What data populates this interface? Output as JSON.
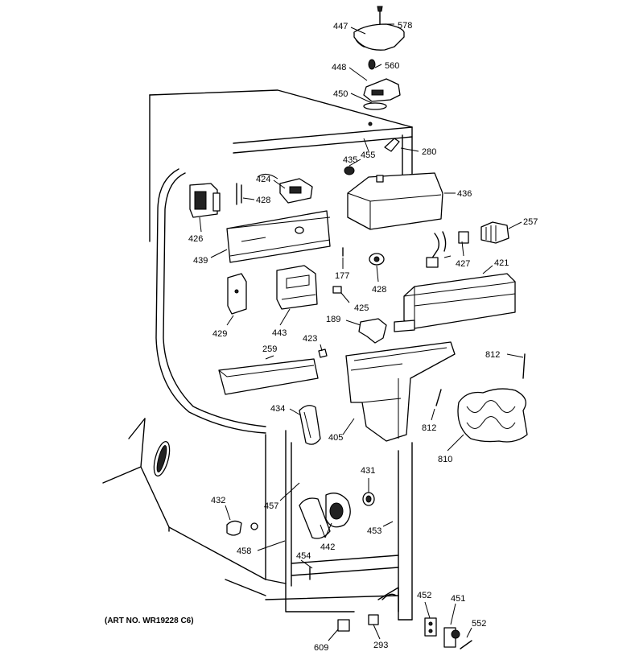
{
  "art_number": "(ART NO. WR19228 C6)",
  "callouts": {
    "c578": "578",
    "c447": "447",
    "c448": "448",
    "c560": "560",
    "c450": "450",
    "c455": "455",
    "c280": "280",
    "c435": "435",
    "c424": "424",
    "c428a": "428",
    "c436": "436",
    "c426": "426",
    "c257": "257",
    "c439": "439",
    "c177": "177",
    "c428b": "428",
    "c427": "427",
    "c421": "421",
    "c425": "425",
    "c429": "429",
    "c443": "443",
    "c189": "189",
    "c423": "423",
    "c259": "259",
    "c812a": "812",
    "c812b": "812",
    "c434": "434",
    "c405": "405",
    "c810": "810",
    "c431": "431",
    "c432": "432",
    "c457": "457",
    "c453": "453",
    "c442": "442",
    "c458": "458",
    "c454": "454",
    "c452": "452",
    "c451": "451",
    "c552": "552",
    "c609": "609",
    "c293": "293"
  }
}
